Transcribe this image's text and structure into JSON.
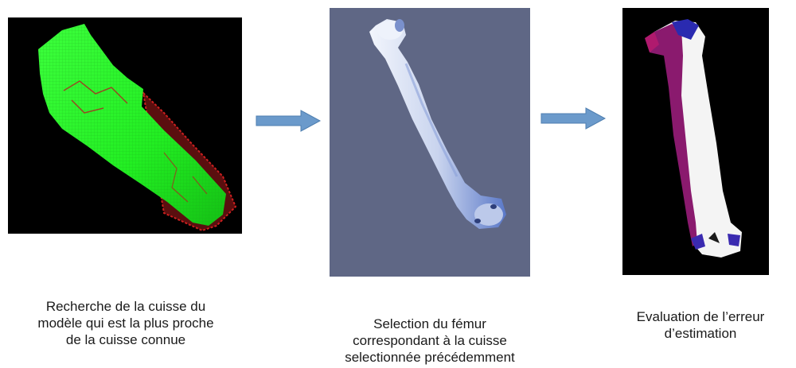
{
  "steps": [
    {
      "caption": "Recherche de la cuisse du\nmodèle qui est la plus proche\nde la cuisse connue",
      "colors": {
        "background": "#000000",
        "mesh": "#22ee22",
        "outline": "#cc1f1f"
      }
    },
    {
      "caption": "Selection du fémur\ncorrespondant à la cuisse\nselectionnée précédemment",
      "colors": {
        "background": "#5f6785",
        "bone": "#cfd8ee",
        "shade": "#4f6fc4"
      }
    },
    {
      "caption": "Evaluation de l’erreur\nd’estimation",
      "colors": {
        "background": "#000000",
        "bone": "#f4f4f4",
        "error": "#8a1a6e",
        "error_high": "#2a2ab0"
      }
    }
  ],
  "arrow_color": "#6b9acb"
}
